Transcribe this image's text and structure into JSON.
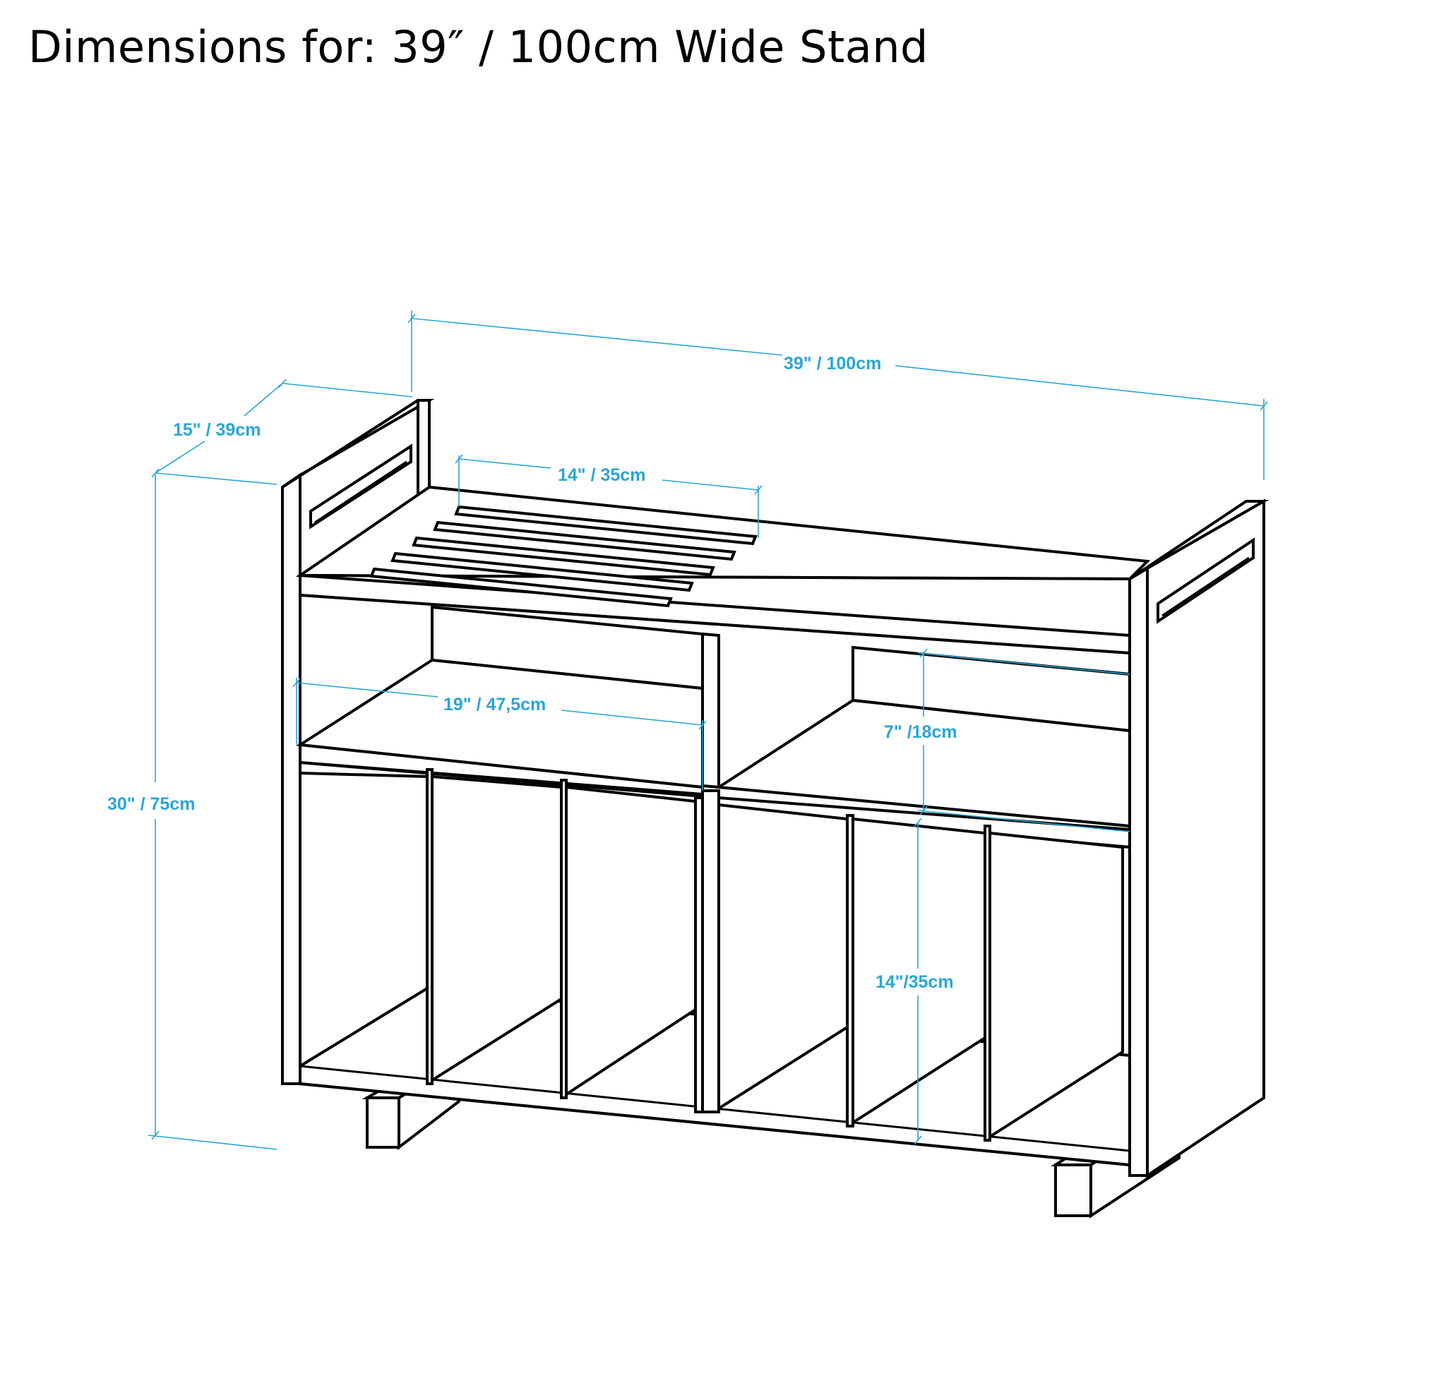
{
  "title": "Dimensions for: 39″ / 100cm Wide Stand",
  "colors": {
    "dimension": "#29a6d6",
    "outline": "#000000"
  },
  "dimensions": {
    "width": "39\" / 100cm",
    "depth": "15\" / 39cm",
    "height": "30\" / 75cm",
    "slot_width": "14\" / 35cm",
    "shelf_width": "19\" / 47,5cm",
    "shelf_height": "7\" /18cm",
    "compartment_height": "14\"/35cm"
  }
}
